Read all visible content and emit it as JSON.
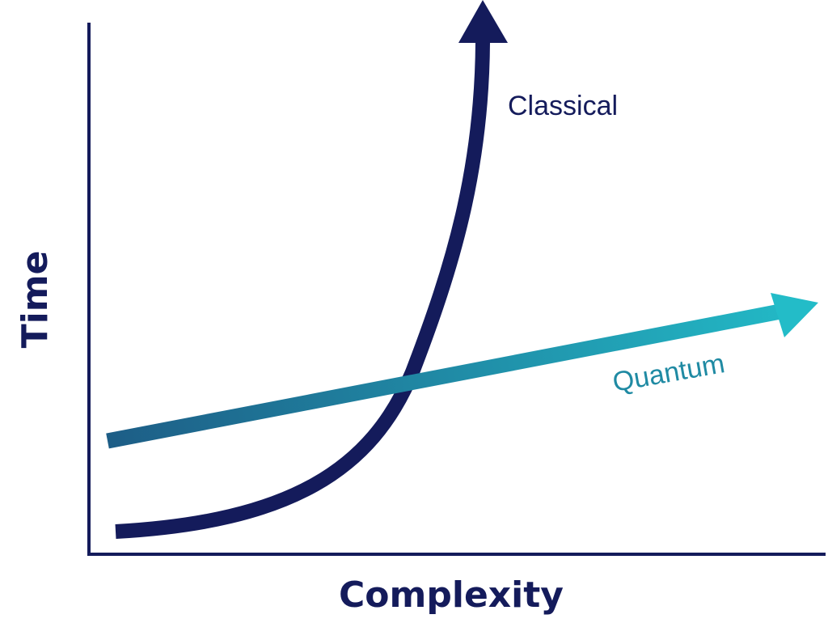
{
  "axes": {
    "x_title": "Complexity",
    "y_title": "Time"
  },
  "curves": {
    "classical": {
      "label": "Classical",
      "color": "#141b5b"
    },
    "quantum": {
      "label": "Quantum",
      "color_start": "#1d5d86",
      "color_end": "#23bcc8",
      "label_color": "#1f8aa3"
    }
  },
  "axis_color": "#141b5b"
}
